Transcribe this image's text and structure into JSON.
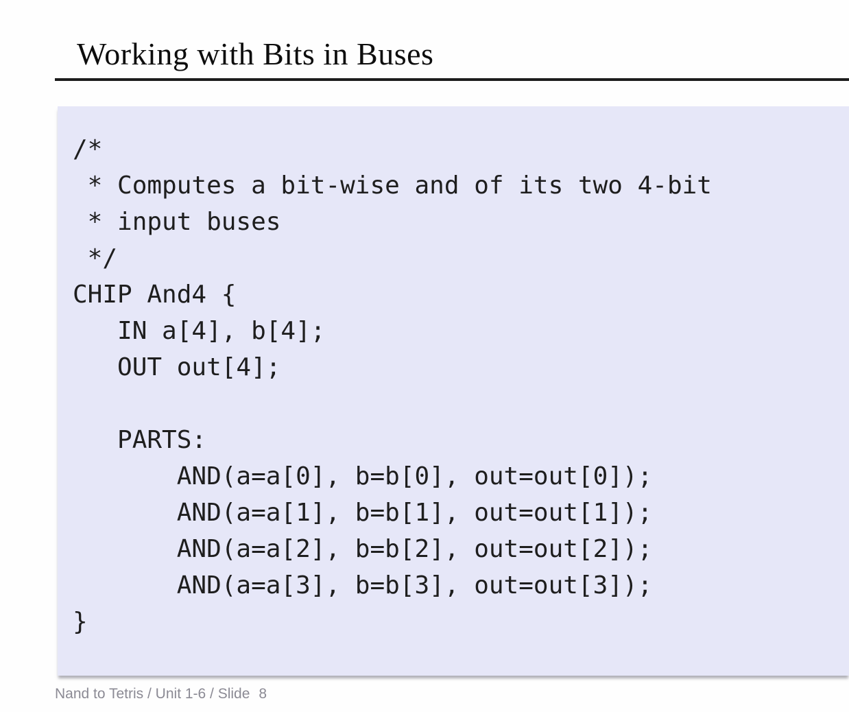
{
  "slide": {
    "title": "Working with Bits in Buses",
    "code": {
      "lines": [
        "/*",
        " * Computes a bit-wise and of its two 4-bit",
        " * input buses",
        " */",
        "CHIP And4 {",
        "   IN a[4], b[4];",
        "   OUT out[4];",
        "",
        "   PARTS:",
        "       AND(a=a[0], b=b[0], out=out[0]);",
        "       AND(a=a[1], b=b[1], out=out[1]);",
        "       AND(a=a[2], b=b[2], out=out[2]);",
        "       AND(a=a[3], b=b[3], out=out[3]);",
        "}"
      ]
    },
    "footer": {
      "label": "Nand to Tetris / Unit 1-6 / Slide",
      "slide_number": "8"
    },
    "colors": {
      "code_background": "#e6e7f8",
      "code_text": "#1e1e1e",
      "title_text": "#0d0d0d",
      "title_rule": "#1c1c1c",
      "footer_text": "#8b8a94"
    }
  }
}
